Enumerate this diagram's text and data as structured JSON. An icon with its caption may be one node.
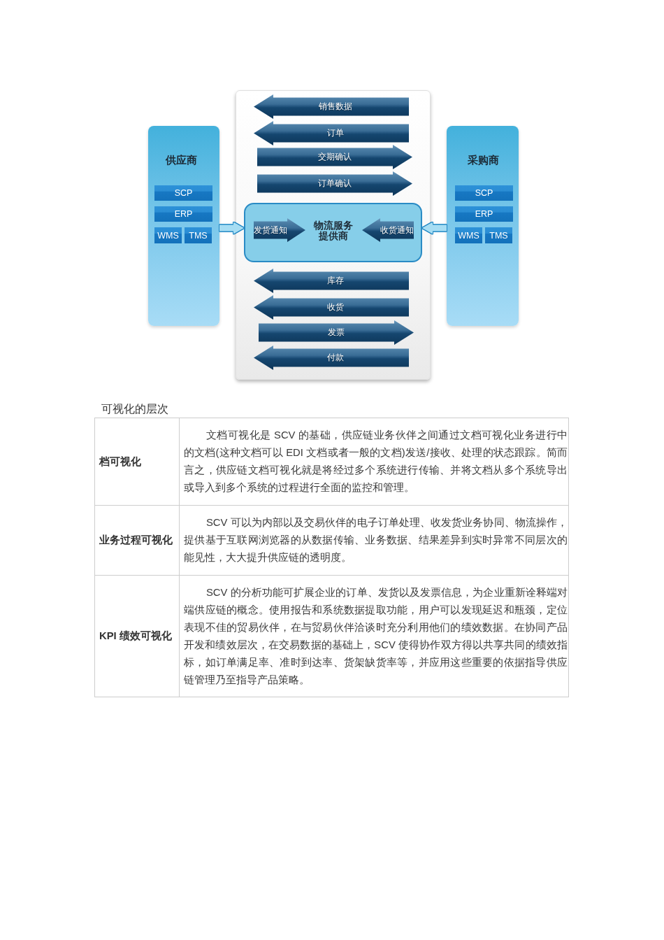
{
  "diagram": {
    "nodes": [
      {
        "text": [
          "供应商"
        ]
      },
      {
        "text": [
          "SCP"
        ],
        "in": 0
      },
      {
        "text": [
          "ERP"
        ],
        "in": 0
      },
      {
        "text": [
          "WMS"
        ],
        "in": 0
      },
      {
        "text": [
          "TMS"
        ],
        "in": 0
      },
      {
        "text": [],
        "shape": "box"
      },
      {
        "text": [
          "销售数据"
        ],
        "in": 5
      },
      {
        "text": [
          "订单"
        ],
        "in": 5
      },
      {
        "text": [
          "交期确认"
        ],
        "in": 5
      },
      {
        "text": [
          "订单确认"
        ],
        "in": 5
      },
      {
        "text": [
          "物流服务提供商"
        ],
        "in": 5
      },
      {
        "text": [
          "发货通知"
        ],
        "in": 10
      },
      {
        "text": [
          "收货通知"
        ],
        "in": 10
      },
      {
        "text": [
          "库存"
        ],
        "in": 5
      },
      {
        "text": [
          "收货"
        ],
        "in": 5
      },
      {
        "text": [
          "发票"
        ],
        "in": 5
      },
      {
        "text": [
          "付款"
        ],
        "in": 5
      },
      {
        "text": [
          "采购商"
        ]
      },
      {
        "text": [
          "SCP"
        ],
        "in": 17
      },
      {
        "text": [
          "ERP"
        ],
        "in": 17
      },
      {
        "text": [
          "WMS"
        ],
        "in": 17
      },
      {
        "text": [
          "TMS"
        ],
        "in": 17
      }
    ],
    "edges": [
      {
        "from": 0,
        "to": 10,
        "arrow": "to"
      },
      {
        "from": 17,
        "to": 10,
        "arrow": "to"
      }
    ],
    "labels": [
      "可视化的层次",
      "档可视化",
      "文档可视化是 SCV 的基础，供应链业务伙伴之间通过文档可视化业务进行中的文档(这种文档可以 EDI 文档或者一般的文档)发送/接收、处理的状态跟踪。简而言之，供应链文档可视化就是将经过多个系统进行传输、并将文档从多个系统导出或导入到多个系统的过程进行全面的监控和管理。",
      "业务过程可视化",
      "SCV 可以为内部以及交易伙伴的电子订单处理、收发货业务协同、物流操作，提供基于互联网浏览器的从数据传输、业务数据、结果差异到实时异常不同层次的能见性，大大提升供应链的透明度。",
      "KPI 绩效可视化",
      "SCV 的分析功能可扩展企业的订单、发货以及发票信息，为企业重新诠释端对端供应链的概念。使用报告和系统数据提取功能，用户可以发现延迟和瓶颈，定位表现不佳的贸易伙伴，在与贸易伙伴洽谈时充分利用他们的绩效数据。在协同产品开发和绩效层次，在交易数据的基础上，SCV 使得协作双方得以共享共同的绩效指标，如订单满足率、准时到达率、货架缺货率等，并应用这些重要的依据指导供应链管理乃至指导产品策略。"
    ]
  }
}
